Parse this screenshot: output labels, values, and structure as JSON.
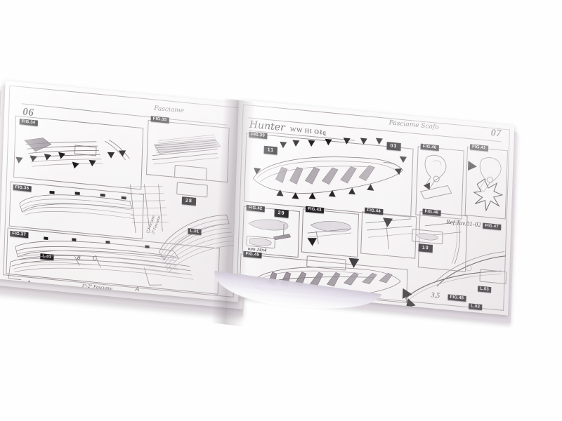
{
  "photo": {
    "subject": "open model ship instruction booklet",
    "background_color": "#ffffff",
    "paper_color": "#f6f4f4"
  },
  "left_page": {
    "page_number": "06",
    "header_script": "Fasciame",
    "figures": [
      {
        "label": "FIG.34"
      },
      {
        "label": "FIG.35"
      },
      {
        "label": "FIG.36"
      },
      {
        "label": "FIG.37"
      }
    ],
    "part_badges": [
      {
        "label": "28"
      },
      {
        "label": "L.01"
      },
      {
        "label": "L.01"
      },
      {
        "label": "L.01"
      }
    ],
    "annotations": [
      {
        "text": "1°-2° Fasciame"
      },
      {
        "text": "1° Fasciame"
      },
      {
        "text": "2° Fasciame"
      },
      {
        "text": "A"
      },
      {
        "text": "A"
      },
      {
        "text": "B"
      },
      {
        "text": "C"
      }
    ]
  },
  "right_page": {
    "page_number": "07",
    "title": "Hunter",
    "title_sub": "WW HI Oℓq",
    "header_script": "Fasciame Scafo",
    "reference": "Ref.Tav.01-02",
    "figures": [
      {
        "label": "FIG.39"
      },
      {
        "label": "FIG.40"
      },
      {
        "label": "FIG.41"
      },
      {
        "label": "FIG.42"
      },
      {
        "label": "FIG.43"
      },
      {
        "label": "FIG.44"
      },
      {
        "label": "FIG.45"
      },
      {
        "label": "FIG.46"
      },
      {
        "label": "FIG.47"
      },
      {
        "label": "FIG.48"
      }
    ],
    "part_badges": [
      {
        "label": "11"
      },
      {
        "label": "03"
      },
      {
        "label": "29"
      },
      {
        "label": "10"
      },
      {
        "label": "L.03"
      },
      {
        "label": "L.03"
      }
    ],
    "annotations": [
      {
        "text": "mm 24x4"
      },
      {
        "text": "3,5"
      }
    ]
  },
  "colors": {
    "badge_bg": "#18151a",
    "badge_fg": "#f4f1f2",
    "ink": "#3d3639",
    "line": "#8b8388"
  }
}
